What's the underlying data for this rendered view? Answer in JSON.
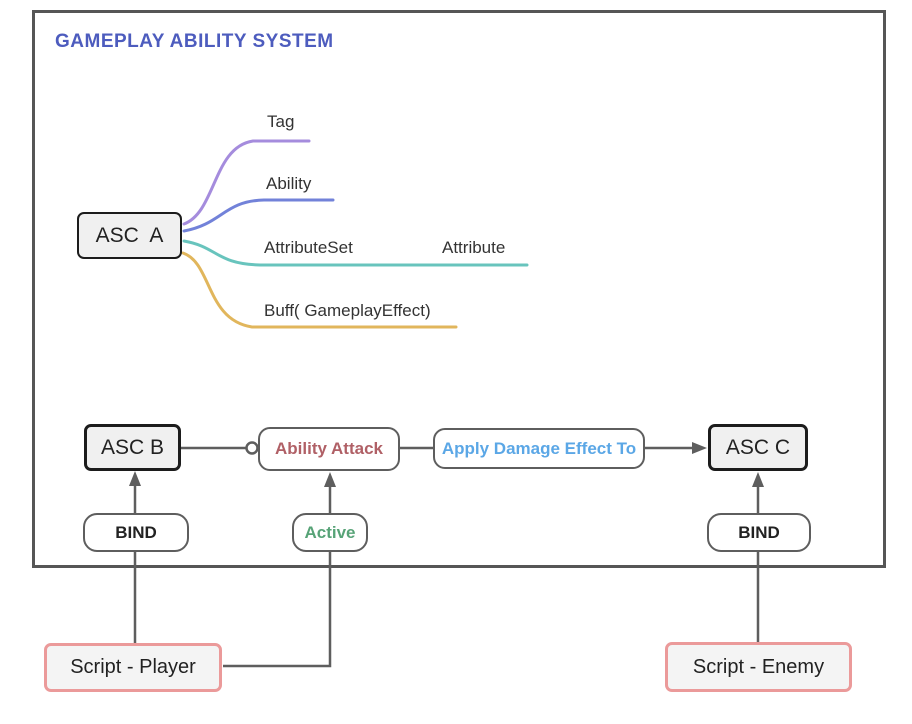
{
  "header": {
    "title": "GAMEPLAY ABILITY SYSTEM",
    "title_color": "#4d5cbe"
  },
  "mindmap": {
    "root_label": "ASC  A",
    "branches": [
      {
        "label": "Tag",
        "color": "#a58cdd"
      },
      {
        "label": "Ability",
        "color": "#7282d9"
      },
      {
        "label": "AttributeSet",
        "color": "#68c4bd",
        "child_label": "Attribute"
      },
      {
        "label": "Buff( GameplayEffect)",
        "color": "#e1b65c"
      }
    ]
  },
  "flow": {
    "asc_b_label": "ASC B",
    "ability_attack": {
      "label": "Ability Attack",
      "color": "#b06066"
    },
    "apply_damage": {
      "label": "Apply Damage Effect To",
      "color": "#5ba7e6"
    },
    "asc_c_label": "ASC C",
    "bind_left_label": "BIND",
    "active": {
      "label": "Active",
      "color": "#57a377"
    },
    "bind_right_label": "BIND"
  },
  "scripts": {
    "player_label": "Script - Player",
    "enemy_label": "Script - Enemy",
    "border_color": "#eb9a9a"
  },
  "connectors": {
    "line_color": "#5e5e5e"
  }
}
